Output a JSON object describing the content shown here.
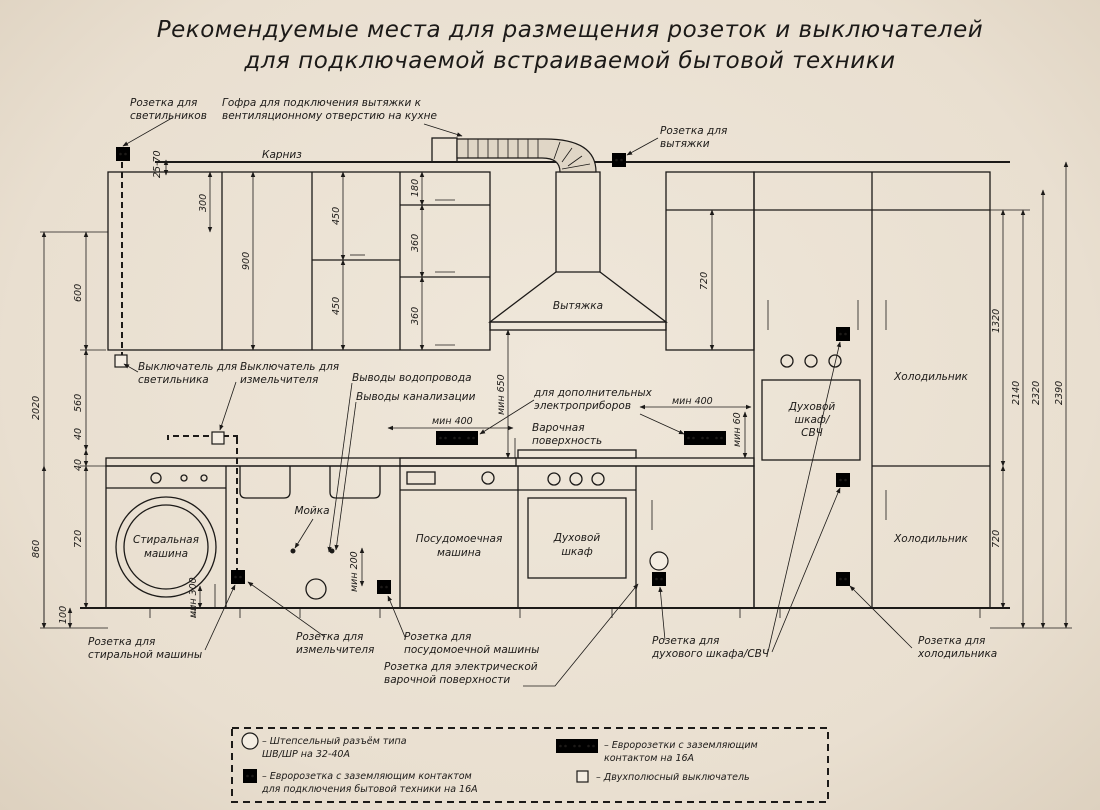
{
  "title": {
    "line1": "Рекомендуемые места для размещения розеток и выключателей",
    "line2": "для подключаемой встраиваемой бытовой техники"
  },
  "labels": {
    "socket_lights": [
      "Розетка для",
      "светильников"
    ],
    "corrugation": [
      "Гофра для подключения вытяжки к",
      "вентиляционному отверстию на кухне"
    ],
    "socket_hood": [
      "Розетка для",
      "вытяжки"
    ],
    "cornice": "Карниз",
    "hood": "Вытяжка",
    "switch_lights": [
      "Выключатель для",
      "светильника"
    ],
    "switch_grinder": [
      "Выключатель для",
      "измельчителя"
    ],
    "water_outlets": "Выводы водопровода",
    "sewer_outlets": "Выводы канализации",
    "extra_appliances": [
      "для дополнительных",
      "электроприборов"
    ],
    "min400_left": "мин 400",
    "min400_right": "мин 400",
    "min60": "мин 60",
    "min650": "мин 650",
    "min200": "мин 200",
    "min300": "мин 300",
    "hob_label": [
      "Варочная",
      "поверхность"
    ],
    "oven_mw": [
      "Духовой",
      "шкаф/",
      "СВЧ"
    ],
    "fridge_top": "Холодильник",
    "fridge_bottom": "Холодильник",
    "sink": "Мойка",
    "washer": [
      "Стиральная",
      "машина"
    ],
    "dishwasher": [
      "Посудомоечная",
      "машина"
    ],
    "oven": [
      "Духовой",
      "шкаф"
    ],
    "socket_washer": [
      "Розетка для",
      "стиральной машины"
    ],
    "socket_grinder": [
      "Розетка для",
      "измельчителя"
    ],
    "socket_dishwasher": [
      "Розетка для",
      "посудомоечной машины"
    ],
    "socket_hob": [
      "Розетка для электрической",
      "варочной поверхности"
    ],
    "socket_oven": [
      "Розетка для",
      "духового шкафа/СВЧ"
    ],
    "socket_fridge": [
      "Розетка для",
      "холодильника"
    ]
  },
  "dimensions": {
    "d25_70": "25-70",
    "d300": "300",
    "d900": "900",
    "d450a": "450",
    "d450b": "450",
    "d180": "180",
    "d360a": "360",
    "d360b": "360",
    "d720_upper": "720",
    "d600": "600",
    "d560": "560",
    "d40a": "40",
    "d40b": "40",
    "d2020": "2020",
    "d860": "860",
    "d720_base": "720",
    "d100": "100",
    "d1320": "1320",
    "d2140": "2140",
    "d2320": "2320",
    "d2390": "2390",
    "d720_fridge": "720"
  },
  "legend": {
    "plug": [
      "– Штепсельный разъём типа",
      "ШВ/ШР на 32-40А"
    ],
    "euro": [
      "– Евророзетка с заземляющим контактом",
      "для подключения бытовой техники на 16А"
    ],
    "triple": [
      "– Евророзетки с заземляющим",
      "контактом на 16А"
    ],
    "switch": "– Двухполюсный выключатель"
  }
}
